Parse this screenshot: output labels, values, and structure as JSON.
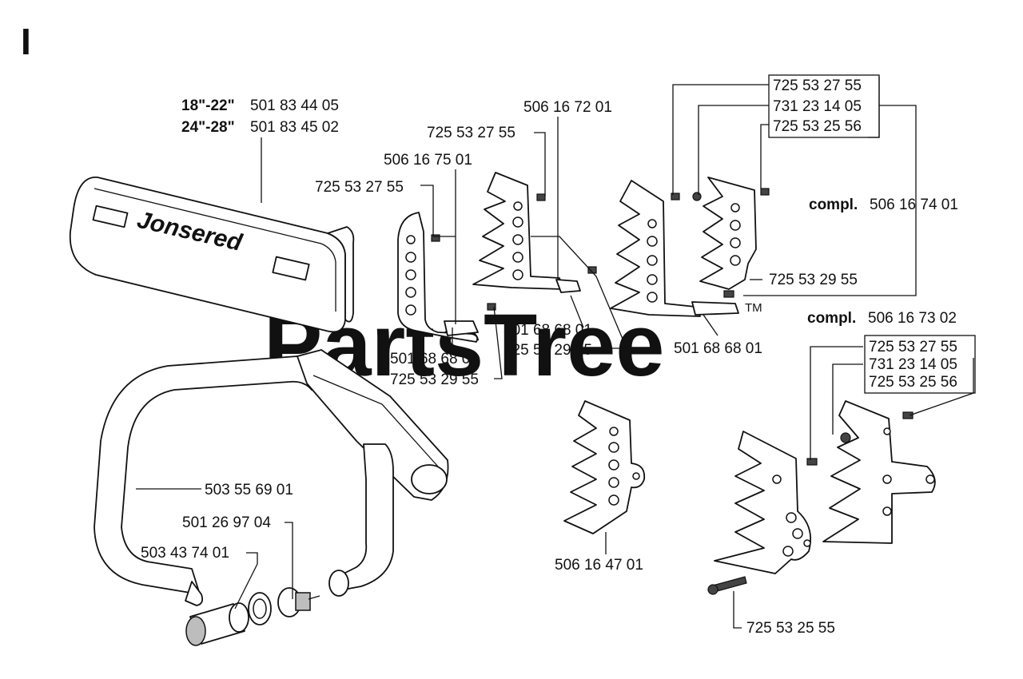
{
  "section_letter": "I",
  "watermark": {
    "text": "PartsTree",
    "tm": "TM"
  },
  "brand_logo_text": "Jonsered",
  "bar_cover": {
    "size1": "18\"-22\"",
    "part1": "501 83 44 05",
    "size2": "24\"-28\"",
    "part2": "501 83 45 02"
  },
  "labels": {
    "l_506167201": "506 16 72 01",
    "l_725532755_a": "725 53 27 55",
    "l_506167501": "506 16 75 01",
    "l_725532755_b": "725 53 27 55",
    "l_501686801_a": "501 68 68 01",
    "l_725532955_a": "725 53 29 55",
    "l_501686801_b": "501 68 68 01",
    "l_725532955_b": "725 53 29 55",
    "l_725532755_c": "725 53 27 55",
    "l_731231405_a": "731 23 14 05",
    "l_725532556_a": "725 53 25 56",
    "l_725532955_c": "725 53 29 55",
    "l_501686801_c": "501 68 68 01",
    "l_725532755_d": "725 53 27 55",
    "l_731231405_b": "731 23 14 05",
    "l_725532556_b": "725 53 25 56",
    "l_503556901": "503 55 69 01",
    "l_501269704": "501 26 97 04",
    "l_503437401": "503 43 74 01",
    "l_506164701": "506 16 47 01",
    "l_725532555": "725 53 25 55"
  },
  "compl_a": {
    "prefix": "compl.",
    "part": "506 16 74 01"
  },
  "compl_b": {
    "prefix": "compl.",
    "part": "506 16 73 02"
  }
}
